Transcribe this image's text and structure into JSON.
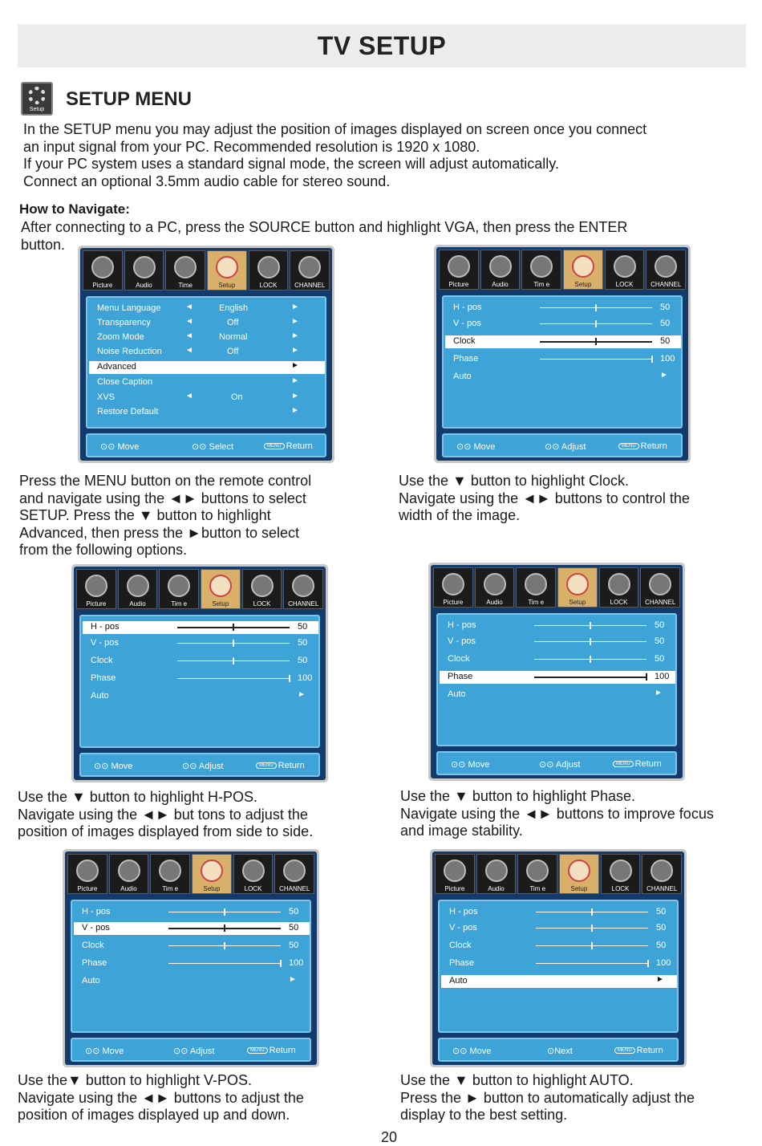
{
  "header": {
    "title": "TV SETUP"
  },
  "section": {
    "icon_label": "Setup",
    "title": "SETUP MENU",
    "intro": [
      "In the SETUP menu you may adjust the position of images displayed on screen once you connect",
      "an input signal from your PC. Recommended resolution is 1920 x 1080.",
      "If your PC system uses a standard signal mode, the screen will adjust automatically.",
      "Connect an optional 3.5mm audio cable for stereo sound."
    ]
  },
  "navigate": {
    "title": "How to Navigate:",
    "text": [
      "After connecting to a PC, press the SOURCE button and highlight VGA, then press the ENTER",
      "button."
    ]
  },
  "tabs": [
    "Picture",
    "Audio",
    "Time",
    "Setup",
    "LOCK",
    "CHANNEL"
  ],
  "tabs_alt": [
    "Picture",
    "Audio",
    "Tim e",
    "Setup",
    "LOCK",
    "CHANNEL"
  ],
  "menu1": {
    "rows": [
      {
        "label": "Menu  Language",
        "value": "English"
      },
      {
        "label": "Transparency",
        "value": "Off"
      },
      {
        "label": "Zoom Mode",
        "value": "Normal"
      },
      {
        "label": "Noise  Reduction",
        "value": "Off"
      },
      {
        "label": "Advanced",
        "value": ""
      },
      {
        "label": "Close  Caption",
        "value": ""
      },
      {
        "label": "XVS",
        "value": "On"
      },
      {
        "label": "Restore  Default",
        "value": ""
      }
    ],
    "footer": {
      "move": "Move",
      "action": "Select",
      "key": "MENU",
      "return": "Return"
    }
  },
  "vga": {
    "rows": [
      {
        "label": "H - pos",
        "value": "50",
        "level": 0.5
      },
      {
        "label": "V - pos",
        "value": "50",
        "level": 0.5
      },
      {
        "label": "Clock",
        "value": "50",
        "level": 0.5
      },
      {
        "label": "Phase",
        "value": "100",
        "level": 1.0
      },
      {
        "label": "Auto",
        "value": ""
      }
    ],
    "footer": {
      "move": "Move",
      "action": "Adjust",
      "next": "Next",
      "key": "MENU",
      "return": "Return"
    }
  },
  "captions": {
    "c1": [
      "Press the MENU button on the remote control",
      "and navigate using the ◄► buttons to select",
      "SETUP. Press the ▼ button to highlight",
      "Advanced, then press the ►button to select",
      "from the following options."
    ],
    "c2": [
      "Use the ▼ button to highlight Clock.",
      "Navigate using the ◄► buttons to control the",
      "width of the image."
    ],
    "c3": [
      "Use the ▼ button to highlight H-POS.",
      "Navigate using the ◄► but tons to adjust the",
      "position of images displayed from side to side."
    ],
    "c4": [
      "Use the ▼ button to highlight Phase.",
      "Navigate using the ◄► buttons to improve focus",
      "and image stability."
    ],
    "c5": [
      "Use the▼ button to highlight V-POS.",
      "Navigate using the ◄► buttons to adjust the",
      "position of images displayed up and down."
    ],
    "c6": [
      "Use the ▼ button to highlight AUTO.",
      "Press the ► button to automatically adjust the",
      "display to the best setting."
    ]
  },
  "page": {
    "number": "20"
  }
}
